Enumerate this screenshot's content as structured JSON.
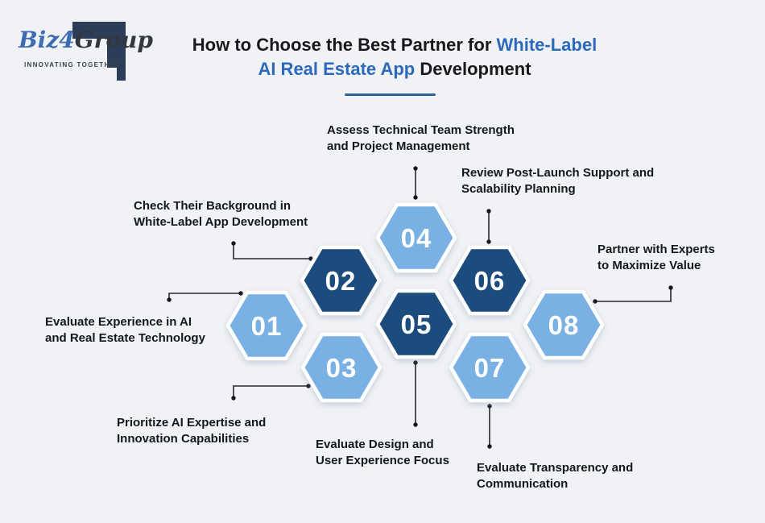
{
  "logo": {
    "brand_biz": "Biz",
    "brand_4": "4",
    "brand_group": "Group",
    "tagline": "INNOVATING TOGETHER"
  },
  "title": {
    "line1_black": "How to Choose the Best Partner for",
    "line1_blue": "White-Label",
    "line2_blue": "AI Real Estate App",
    "line2_black": "Development"
  },
  "steps": [
    {
      "number": "01",
      "tone": "light",
      "label": "Evaluate Experience in AI\nand Real Estate Technology"
    },
    {
      "number": "02",
      "tone": "dark",
      "label": "Check Their Background in\nWhite-Label App Development"
    },
    {
      "number": "03",
      "tone": "light",
      "label": "Prioritize AI Expertise and\nInnovation Capabilities"
    },
    {
      "number": "04",
      "tone": "light",
      "label": "Assess Technical Team Strength\nand Project Management"
    },
    {
      "number": "05",
      "tone": "dark",
      "label": "Evaluate Design and\nUser Experience Focus"
    },
    {
      "number": "06",
      "tone": "dark",
      "label": "Review Post-Launch Support and\nScalability Planning"
    },
    {
      "number": "07",
      "tone": "light",
      "label": "Evaluate Transparency and\nCommunication"
    },
    {
      "number": "08",
      "tone": "light",
      "label": "Partner with Experts\nto Maximize Value"
    }
  ],
  "colors": {
    "background": "#f1f2f5",
    "hexagon_light": "#79b1e4",
    "hexagon_dark": "#1b4c7e",
    "title_accent": "#2b69ba",
    "underline": "#2e6292",
    "connector": "#26282b",
    "logo_mark": "#2b3d59",
    "logo_blue": "#3c6db3"
  }
}
